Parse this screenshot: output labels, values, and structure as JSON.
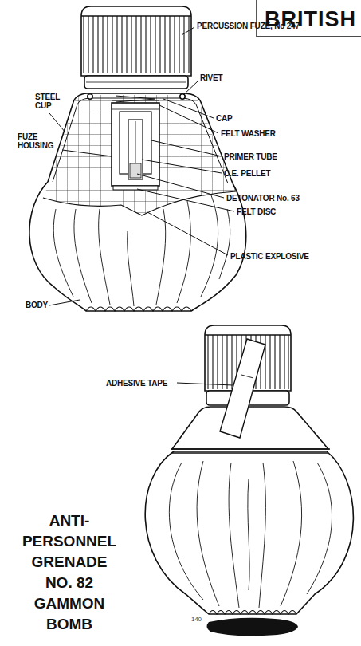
{
  "diagram": {
    "title": "BRITISH",
    "caption": "ANTI- PERSONNEL GRENADE NO. 82 GAMMON BOMB",
    "labels": [
      "PERCUSSION FUZE, No 247",
      "RIVET",
      "STEEL CUP",
      "CAP",
      "FUZE HOUSING",
      "FELT WASHER",
      "PRIMER TUBE",
      "C.E. PELLET",
      "DETONATOR No. 63",
      "FELT DISC",
      "PLASTIC EXPLOSIVE",
      "BODY",
      "ADHESIVE TAPE",
      "140"
    ]
  }
}
